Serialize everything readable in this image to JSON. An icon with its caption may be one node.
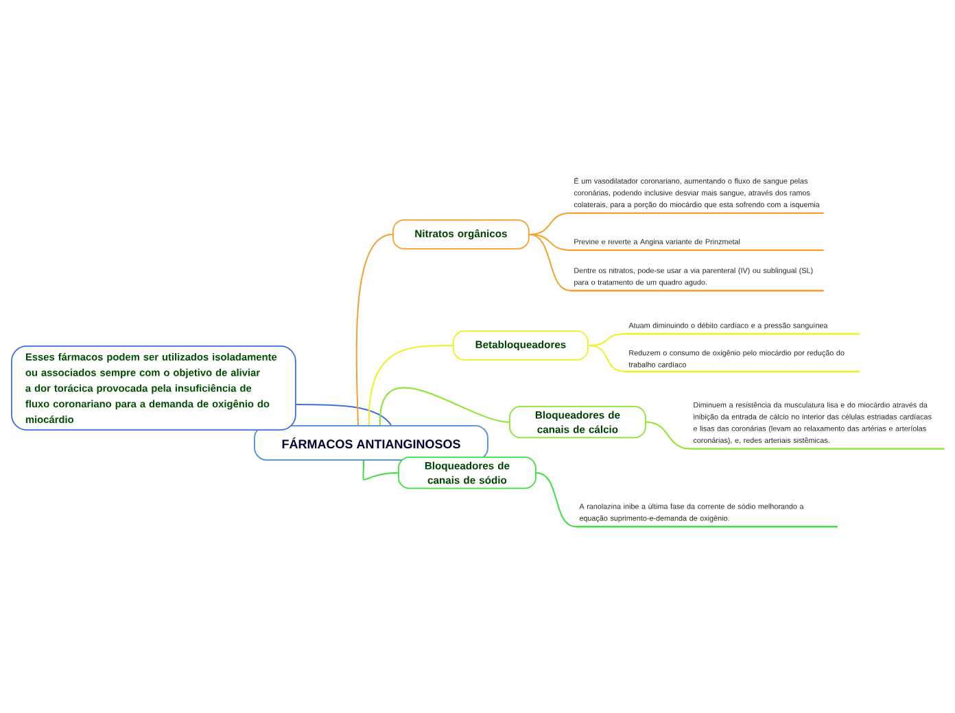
{
  "diagram": {
    "nodes": [
      {
        "text": [
          "FÁRMACOS ANTIANGINOSOS"
        ]
      },
      {
        "text": [
          "Esses fármacos podem ser utilizados isoladamente ou associados sempre com o objetivo de aliviar a dor torácica provocada pela insuficiência de fluxo coronariano para a demanda de oxigênio do miocárdio"
        ]
      },
      {
        "text": [
          "Nitratos orgânicos"
        ]
      },
      {
        "text": [
          "Betabloqueadores"
        ]
      },
      {
        "text": [
          "Bloqueadores de canais de cálcio"
        ]
      },
      {
        "text": [
          "Bloqueadores de canais de sódio"
        ]
      },
      {
        "text": [
          "É um vasodilatador coronariano, aumentando o fluxo de sangue pelas coronárias, podendo inclusive desviar mais sangue, através dos ramos colaterais, para a porção do miocárdio que esta sofrendo com a isquemia"
        ]
      },
      {
        "text": [
          "Previne e reverte a Angina variante de Prinzmetal"
        ]
      },
      {
        "text": [
          "Dentre os nitratos, pode-se usar a via parenteral (IV) ou sublingual (SL) para o tratamento de um quadro agudo."
        ]
      },
      {
        "text": [
          "Atuam diminuindo o débito cardíaco e a pressão sanguínea"
        ]
      },
      {
        "text": [
          "Reduzem o consumo de oxigênio pelo miocárdio por redução do trabalho cardíaco"
        ]
      },
      {
        "text": [
          "Diminuem a resistência da musculatura lisa e do miocárdio através da inibição da entrada de cálcio no interior das células estriadas cardíacas e lisas das coronárias (levam ao relaxamento das artérias e arteríolas coronárias), e, redes arteriais sistêmicas."
        ]
      },
      {
        "text": [
          "A ranolazina inibe a última fase da corrente de sódio melhorando a equação suprimento-e-demanda de oxigênio."
        ]
      }
    ],
    "edges": [
      {
        "from": 0,
        "to": 1,
        "arrow": "none",
        "color": "#3d6fe0"
      },
      {
        "from": 0,
        "to": 2,
        "arrow": "none",
        "color": "#f5a02c"
      },
      {
        "from": 0,
        "to": 3,
        "arrow": "none",
        "color": "#f0f020"
      },
      {
        "from": 0,
        "to": 4,
        "arrow": "none",
        "color": "#8ae62a"
      },
      {
        "from": 0,
        "to": 5,
        "arrow": "none",
        "color": "#3ee03e"
      },
      {
        "from": 2,
        "to": 6,
        "arrow": "none",
        "color": "#f5a02c"
      },
      {
        "from": 2,
        "to": 7,
        "arrow": "none",
        "color": "#f5a02c"
      },
      {
        "from": 2,
        "to": 8,
        "arrow": "none",
        "color": "#f5a02c"
      },
      {
        "from": 3,
        "to": 9,
        "arrow": "none",
        "color": "#f0f020"
      },
      {
        "from": 3,
        "to": 10,
        "arrow": "none",
        "color": "#f0f020"
      },
      {
        "from": 4,
        "to": 11,
        "arrow": "none",
        "color": "#8ae62a"
      },
      {
        "from": 5,
        "to": 12,
        "arrow": "none",
        "color": "#3ee03e"
      }
    ]
  }
}
